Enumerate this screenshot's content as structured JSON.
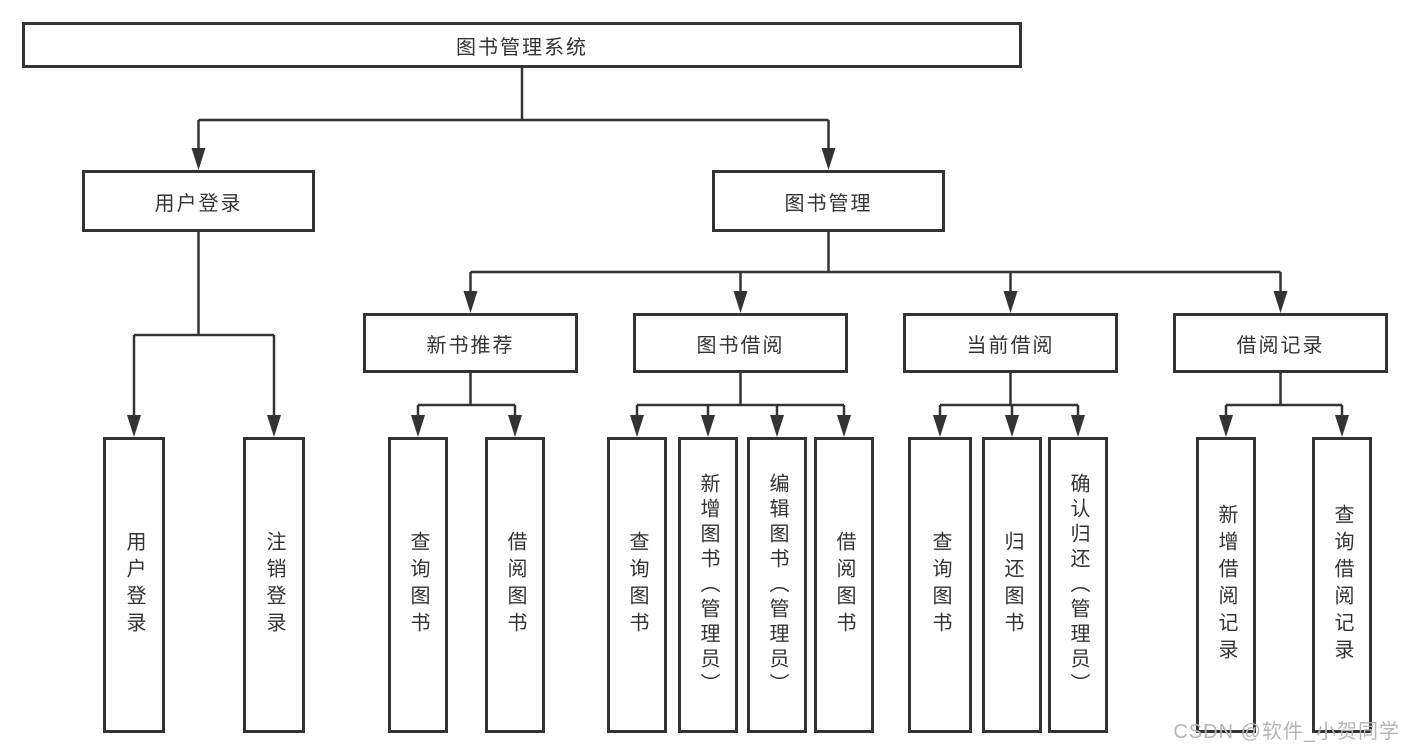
{
  "diagram": {
    "root": "图书管理系统",
    "level1": {
      "user_login": "用户登录",
      "book_mgmt": "图书管理"
    },
    "level2": {
      "new_book_rec": "新书推荐",
      "book_borrow": "图书借阅",
      "current_borrow": "当前借阅",
      "borrow_record": "借阅记录"
    },
    "leaves": {
      "user_login_1": "用户登录",
      "user_login_2": "注销登录",
      "new_book_rec_1": "查询图书",
      "new_book_rec_2": "借阅图书",
      "book_borrow_1": "查询图书",
      "book_borrow_2": "新增图书（管理员）",
      "book_borrow_3": "编辑图书（管理员）",
      "book_borrow_4": "借阅图书",
      "current_borrow_1": "查询图书",
      "current_borrow_2": "归还图书",
      "current_borrow_3": "确认归还（管理员）",
      "borrow_record_1": "新增借阅记录",
      "borrow_record_2": "查询借阅记录"
    }
  },
  "watermark": "CSDN @软件_小贺同学",
  "colors": {
    "line": "#333333",
    "text": "#333333",
    "background": "#ffffff",
    "watermark": "#b5b5b5"
  }
}
